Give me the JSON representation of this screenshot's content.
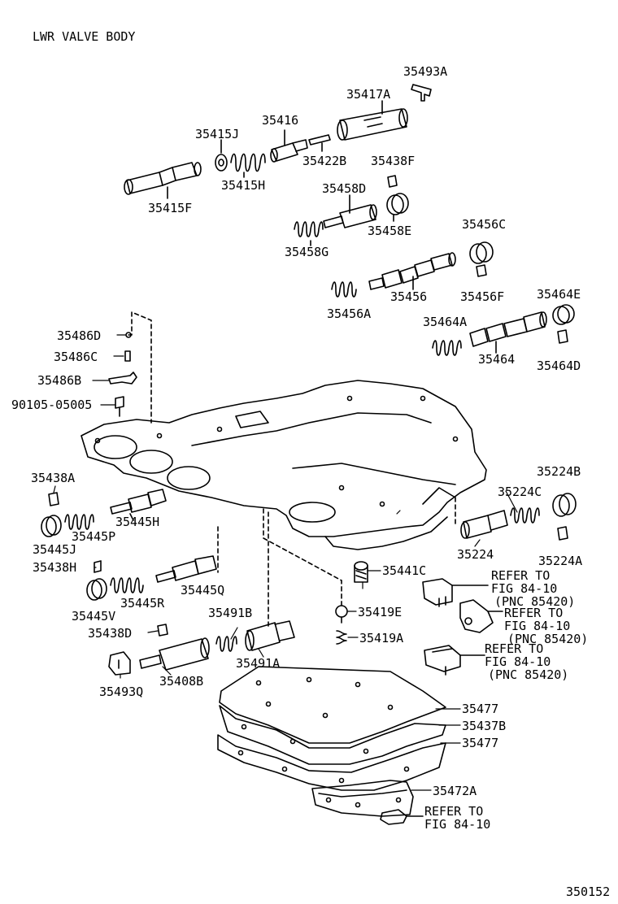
{
  "title": "LWR VALVE BODY",
  "figure_number": "350152",
  "parts": {
    "p35493A": "35493A",
    "p35417A": "35417A",
    "p35416": "35416",
    "p35415J": "35415J",
    "p35422B": "35422B",
    "p35438F": "35438F",
    "p35415H": "35415H",
    "p35415F": "35415F",
    "p35458D": "35458D",
    "p35458E": "35458E",
    "p35458G": "35458G",
    "p35456C": "35456C",
    "p35456": "35456",
    "p35456F": "35456F",
    "p35456A": "35456A",
    "p35464E": "35464E",
    "p35464A": "35464A",
    "p35464": "35464",
    "p35464D": "35464D",
    "p35486D": "35486D",
    "p35486C": "35486C",
    "p35486B": "35486B",
    "p90105": "90105-05005",
    "p35438A": "35438A",
    "p35445H": "35445H",
    "p35445P": "35445P",
    "p35445J": "35445J",
    "p35224B": "35224B",
    "p35224C": "35224C",
    "p35224": "35224",
    "p35224A": "35224A",
    "p35438H": "35438H",
    "p35441C": "35441C",
    "p35445Q": "35445Q",
    "p35445R": "35445R",
    "p35445V": "35445V",
    "p35491B": "35491B",
    "p35419E": "35419E",
    "p35438D": "35438D",
    "p35419A": "35419A",
    "p35491A": "35491A",
    "p35408B": "35408B",
    "p35493Q": "35493Q",
    "p35477a": "35477",
    "p35437B": "35437B",
    "p35477b": "35477",
    "p35472A": "35472A"
  },
  "references": {
    "ref1": {
      "line1": "REFER TO",
      "line2": "FIG 84-10",
      "line3": "(PNC 85420)"
    },
    "ref2": {
      "line1": "REFER TO",
      "line2": "FIG 84-10",
      "line3": "(PNC 85420)"
    },
    "ref3": {
      "line1": "REFER TO",
      "line2": "FIG 84-10",
      "line3": "(PNC 85420)"
    },
    "ref4": {
      "line1": "REFER TO",
      "line2": "FIG 84-10"
    }
  }
}
